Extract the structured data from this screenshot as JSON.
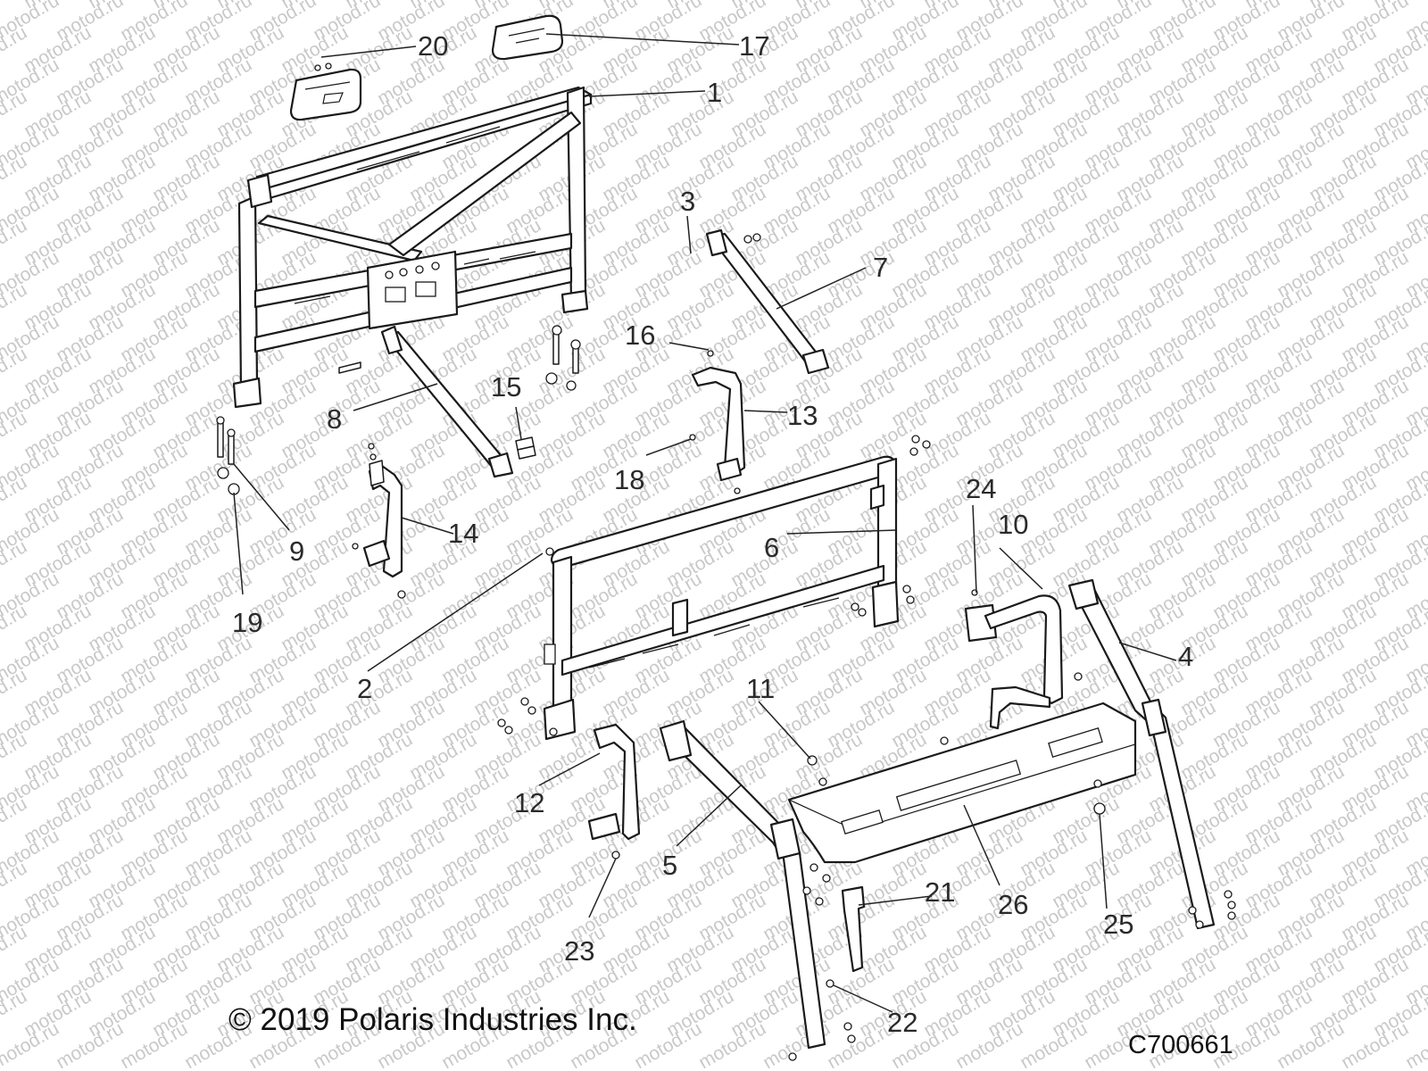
{
  "watermark": "motod.ru",
  "copyright": "© 2019 Polaris Industries Inc.",
  "drawing_number": "C700661",
  "callouts": [
    "1",
    "2",
    "3",
    "4",
    "5",
    "6",
    "7",
    "8",
    "9",
    "10",
    "11",
    "12",
    "13",
    "14",
    "15",
    "16",
    "17",
    "18",
    "19",
    "20",
    "21",
    "22",
    "23",
    "24",
    "25",
    "26"
  ]
}
